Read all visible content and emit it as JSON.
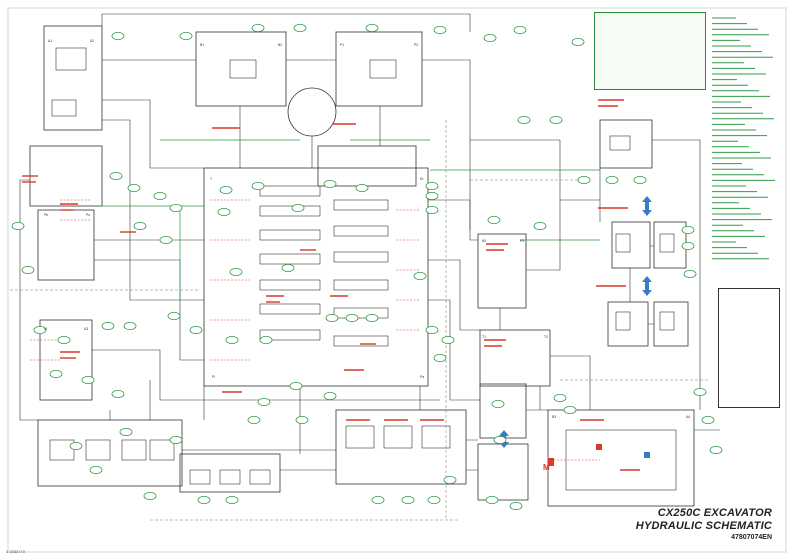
{
  "title_block": {
    "line1": "CX250C EXCAVATOR",
    "line2": "HYDRAULIC SCHEMATIC",
    "part_number": "47807074EN"
  },
  "sheet_code": "4 2333 0 0",
  "colors": {
    "line": "#333333",
    "pilot_red": "#d63a2a",
    "green_label": "#2e9b46",
    "blue_arrow": "#3a7cc4",
    "panel_green": "#2a8a3a"
  },
  "port_labels": [
    "A1",
    "A2",
    "B1",
    "B2",
    "P1",
    "P2",
    "T",
    "Dr",
    "Pi",
    "Pa",
    "Pb",
    "Ps",
    "M",
    "A3",
    "B3",
    "A4",
    "B4",
    "P3",
    "T1",
    "T2"
  ]
}
